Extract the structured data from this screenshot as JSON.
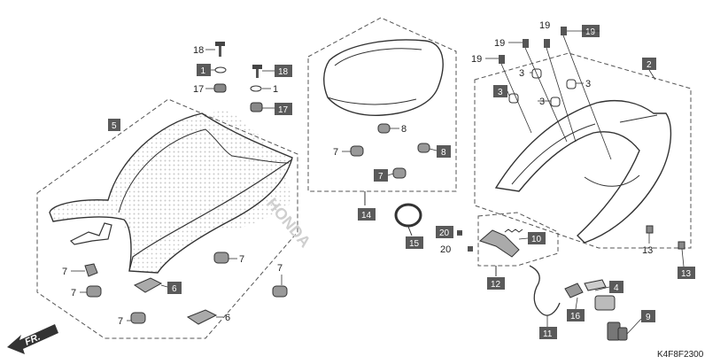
{
  "diagram_code": "K4F8F2300",
  "direction_label": "FR.",
  "seat_logo_text": "HONDA",
  "colors": {
    "box_fill": "#5a5a5a",
    "line": "#333333",
    "dashed": "#555555"
  },
  "boxed_numbers": [
    "1",
    "18",
    "17",
    "5",
    "6",
    "6",
    "14",
    "7",
    "8",
    "15",
    "20",
    "10",
    "12",
    "2",
    "3",
    "4",
    "16",
    "11",
    "9",
    "13",
    "19"
  ],
  "plain_numbers": [
    "18",
    "17",
    "1",
    "7",
    "7",
    "7",
    "7",
    "6",
    "7",
    "7",
    "8",
    "20",
    "19",
    "19",
    "19",
    "3",
    "3",
    "3",
    "13"
  ]
}
